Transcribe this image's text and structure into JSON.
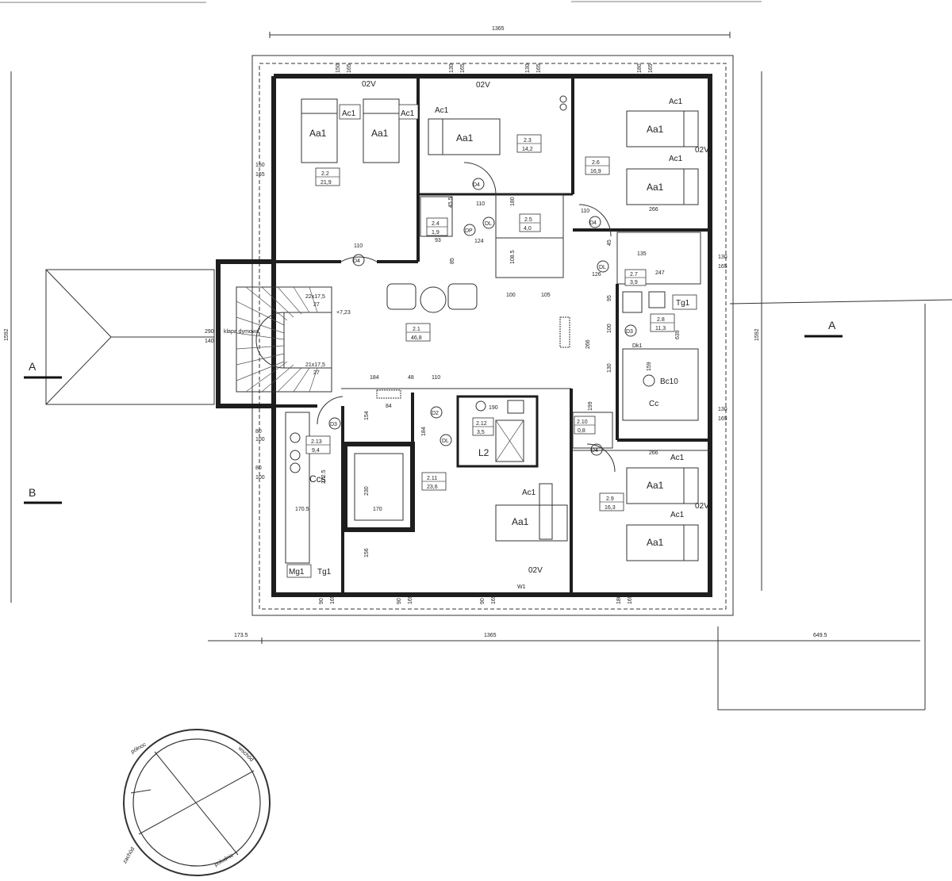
{
  "dimensions": {
    "top_total": "1365",
    "bottom_total": "1365",
    "bottom_left": "173.5",
    "bottom_right": "649.5",
    "left_total": "1592",
    "right_total": "1592",
    "stair_upper": "290",
    "stair_lower": "140",
    "top_w1a": "150",
    "top_w1b": "165",
    "top_w2a": "130",
    "top_w2b": "165",
    "top_w3a": "130",
    "top_w3b": "165",
    "top_w4a": "180",
    "top_w4b": "165",
    "left_w1a": "150",
    "left_w1b": "165",
    "right_w1a": "130",
    "right_w1b": "165",
    "right_w2a": "130",
    "right_w2b": "165",
    "left_w2a": "80",
    "left_w2b": "100",
    "left_w3a": "80",
    "left_w3b": "100",
    "bot_w1a": "90",
    "bot_w1b": "165",
    "bot_w2a": "90",
    "bot_w2b": "165",
    "bot_w3a": "90",
    "bot_w3b": "165",
    "bot_w4a": "180",
    "bot_w4b": "165",
    "d110a": "110",
    "d110b": "110",
    "d110c": "110",
    "d266a": "266",
    "d266b": "266",
    "d266c": "266",
    "d100": "100",
    "d105": "105",
    "d184": "184",
    "d48": "48",
    "d110d": "110",
    "d84": "84",
    "d154": "154",
    "d272": "272.5",
    "d230": "230",
    "d170": "170",
    "d170b": "170.5",
    "d156": "156",
    "d199": "199",
    "d130": "130",
    "d100b": "100",
    "d95": "95",
    "d159": "159",
    "d135": "135",
    "d247": "247",
    "d126": "126",
    "d93": "93",
    "d124": "124",
    "d180": "180",
    "d85": "85",
    "d108": "108.5",
    "d190": "190",
    "d184b": "184",
    "d455": "45.5",
    "d45": "45",
    "d639": "639"
  },
  "rooms": [
    {
      "id": "2.1",
      "area": "46,8"
    },
    {
      "id": "2.2",
      "area": "21,9"
    },
    {
      "id": "2.3",
      "area": "14,2"
    },
    {
      "id": "2.4",
      "area": "1,9"
    },
    {
      "id": "2.5",
      "area": "4,0"
    },
    {
      "id": "2.6",
      "area": "16,9"
    },
    {
      "id": "2.7",
      "area": "3,9"
    },
    {
      "id": "2.8",
      "area": "11,3"
    },
    {
      "id": "2.9",
      "area": "16,3"
    },
    {
      "id": "2.10",
      "area": "0,8"
    },
    {
      "id": "2.11",
      "area": "23,6"
    },
    {
      "id": "2.12",
      "area": "3,5"
    },
    {
      "id": "2.13",
      "area": "9,4"
    }
  ],
  "symbols": {
    "bed": "Aa1",
    "cabinet": "Ac1",
    "window_vent": "02V",
    "door": "D4",
    "door3": "D3",
    "door2": "D2",
    "dp": "DP",
    "dl": "DL",
    "tg": "Tg1",
    "bc": "Bc10",
    "cc": "Cc",
    "ccs": "Ccs",
    "l2": "L2",
    "dk": "Dk1",
    "m": "Mg1",
    "w1": "W1"
  },
  "labels": {
    "section_a_left": "A",
    "section_a_right": "A",
    "section_b": "B",
    "level": "+7,23",
    "stair_steps_top": "22x17,5",
    "stair_steps_top_n": "27",
    "stair_steps_bottom": "21x17,5",
    "stair_steps_bottom_n": "27",
    "stair_note": "klapa dymowa"
  },
  "compass": {
    "label_n": "północ",
    "label_s": "południe",
    "label_e": "wschód",
    "label_w": "zachód"
  }
}
